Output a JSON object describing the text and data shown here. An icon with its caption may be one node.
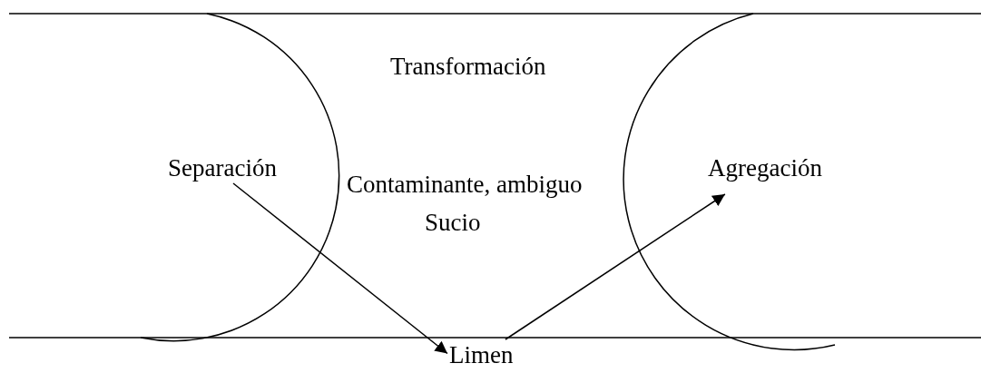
{
  "diagram": {
    "nodes": [
      {
        "text": [
          "Separación"
        ]
      },
      {
        "text": [
          "Limen"
        ]
      },
      {
        "text": [
          "Agregación"
        ]
      }
    ],
    "edges": [
      {
        "from": 0,
        "to": 1,
        "arrow": "to"
      },
      {
        "from": 1,
        "to": 2,
        "arrow": "to"
      }
    ],
    "labels": [
      "Transformación",
      "Contaminante, ambiguo",
      "Sucio"
    ]
  }
}
